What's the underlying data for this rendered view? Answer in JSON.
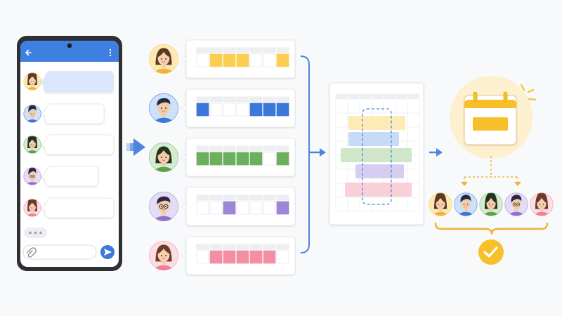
{
  "colors": {
    "background": "#f8f9fb",
    "phone_frame": "#2f3033",
    "app_bar": "#3f7fe0",
    "bubble_highlight": "#dbe8fb",
    "yellow": "#fbcd50",
    "blue": "#3b78d8",
    "green": "#6cb05f",
    "purple": "#9b87d6",
    "pink": "#f48fa3",
    "connector": "#4a86e0",
    "check": "#f7c02b",
    "dashed_highlight": "#4a86e0"
  },
  "icons": {
    "back": "arrow-left-icon",
    "menu": "more-vert-icon",
    "typing": "typing-dots-icon",
    "attach": "paperclip-icon",
    "send": "send-icon",
    "calendar": "calendar-icon",
    "confirm": "check-circle-icon"
  },
  "participants": [
    {
      "id": "p1",
      "color": "#fbcd50",
      "avatar_bg": "#fde9b5",
      "hair": "#5a3a23",
      "skin": "#f6cfae",
      "shirt": "#f2b233",
      "gender": "f"
    },
    {
      "id": "p2",
      "color": "#3b78d8",
      "avatar_bg": "#cfe0fa",
      "hair": "#1f2a44",
      "skin": "#f3cba8",
      "shirt": "#3b78d8",
      "gender": "m"
    },
    {
      "id": "p3",
      "color": "#6cb05f",
      "avatar_bg": "#d6ecd1",
      "hair": "#23331f",
      "skin": "#f3cba8",
      "shirt": "#5aa34e",
      "gender": "f"
    },
    {
      "id": "p4",
      "color": "#9b87d6",
      "avatar_bg": "#e3dcf5",
      "hair": "#2a2540",
      "skin": "#f3cba8",
      "shirt": "#8a74cc",
      "gender": "m",
      "glasses": true
    },
    {
      "id": "p5",
      "color": "#f48fa3",
      "avatar_bg": "#fbdde3",
      "hair": "#6b3a2a",
      "skin": "#f6cfae",
      "shirt": "#ef7f96",
      "gender": "f"
    }
  ],
  "availability_grids": [
    [
      0,
      1,
      1,
      1,
      0,
      0,
      1
    ],
    [
      1,
      0,
      0,
      0,
      1,
      1,
      1
    ],
    [
      1,
      1,
      1,
      1,
      1,
      0,
      1
    ],
    [
      0,
      0,
      1,
      0,
      0,
      0,
      1
    ],
    [
      0,
      1,
      1,
      1,
      1,
      1,
      0
    ]
  ],
  "overlap_bars": [
    "#fcebb7",
    "#c9daf8",
    "#cfe6c9",
    "#d6cdf0",
    "#f9cfd8"
  ]
}
